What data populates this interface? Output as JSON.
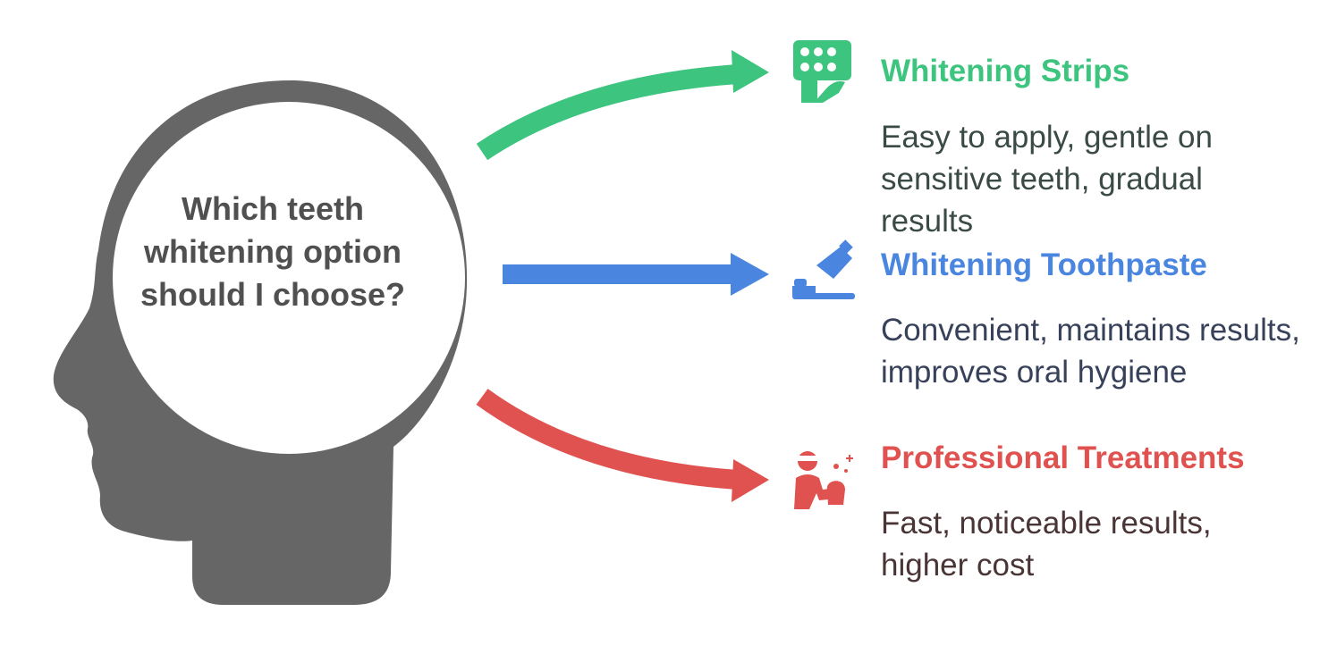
{
  "question": "Which teeth whitening option should I choose?",
  "options": [
    {
      "title": "Whitening Strips",
      "description": "Easy to apply, gentle on sensitive teeth, gradual results",
      "icon": "whitening-strips-icon",
      "color": "#3dc47e",
      "desc_color": "#3a4a44"
    },
    {
      "title": "Whitening Toothpaste",
      "description": "Convenient, maintains results, improves oral hygiene",
      "icon": "toothpaste-icon",
      "color": "#4a86e0",
      "desc_color": "#37415a"
    },
    {
      "title": "Professional Treatments",
      "description": "Fast, noticeable results, higher cost",
      "icon": "dentist-icon",
      "color": "#e0524f",
      "desc_color": "#4a3536"
    }
  ],
  "head_color": "#666666"
}
